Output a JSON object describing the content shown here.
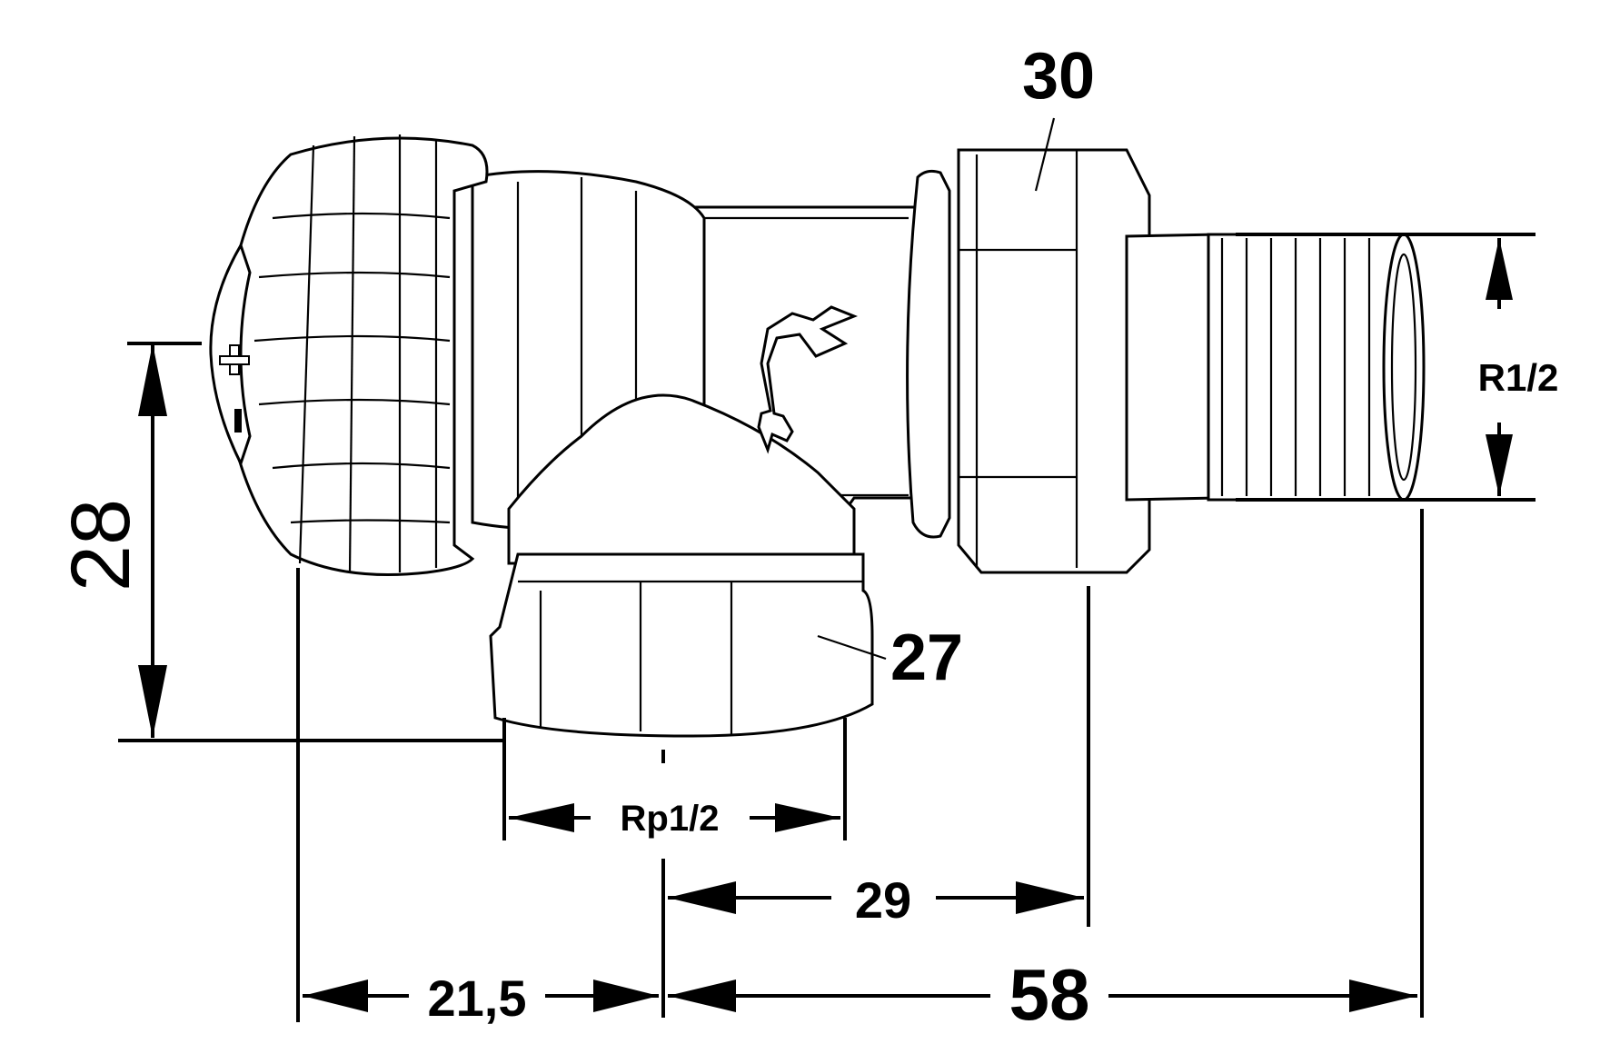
{
  "labels": {
    "nut_outlet": "30",
    "nut_inlet": "27",
    "height": "28",
    "thread_outlet": "R1/2",
    "thread_inlet": "Rp1/2",
    "dim_29": "29",
    "dim_21_5": "21,5",
    "dim_58": "58"
  },
  "symbols": {
    "plus_minus_icon": "plus-minus-icon",
    "flow_arrow_icon": "flow-arrow-icon"
  }
}
